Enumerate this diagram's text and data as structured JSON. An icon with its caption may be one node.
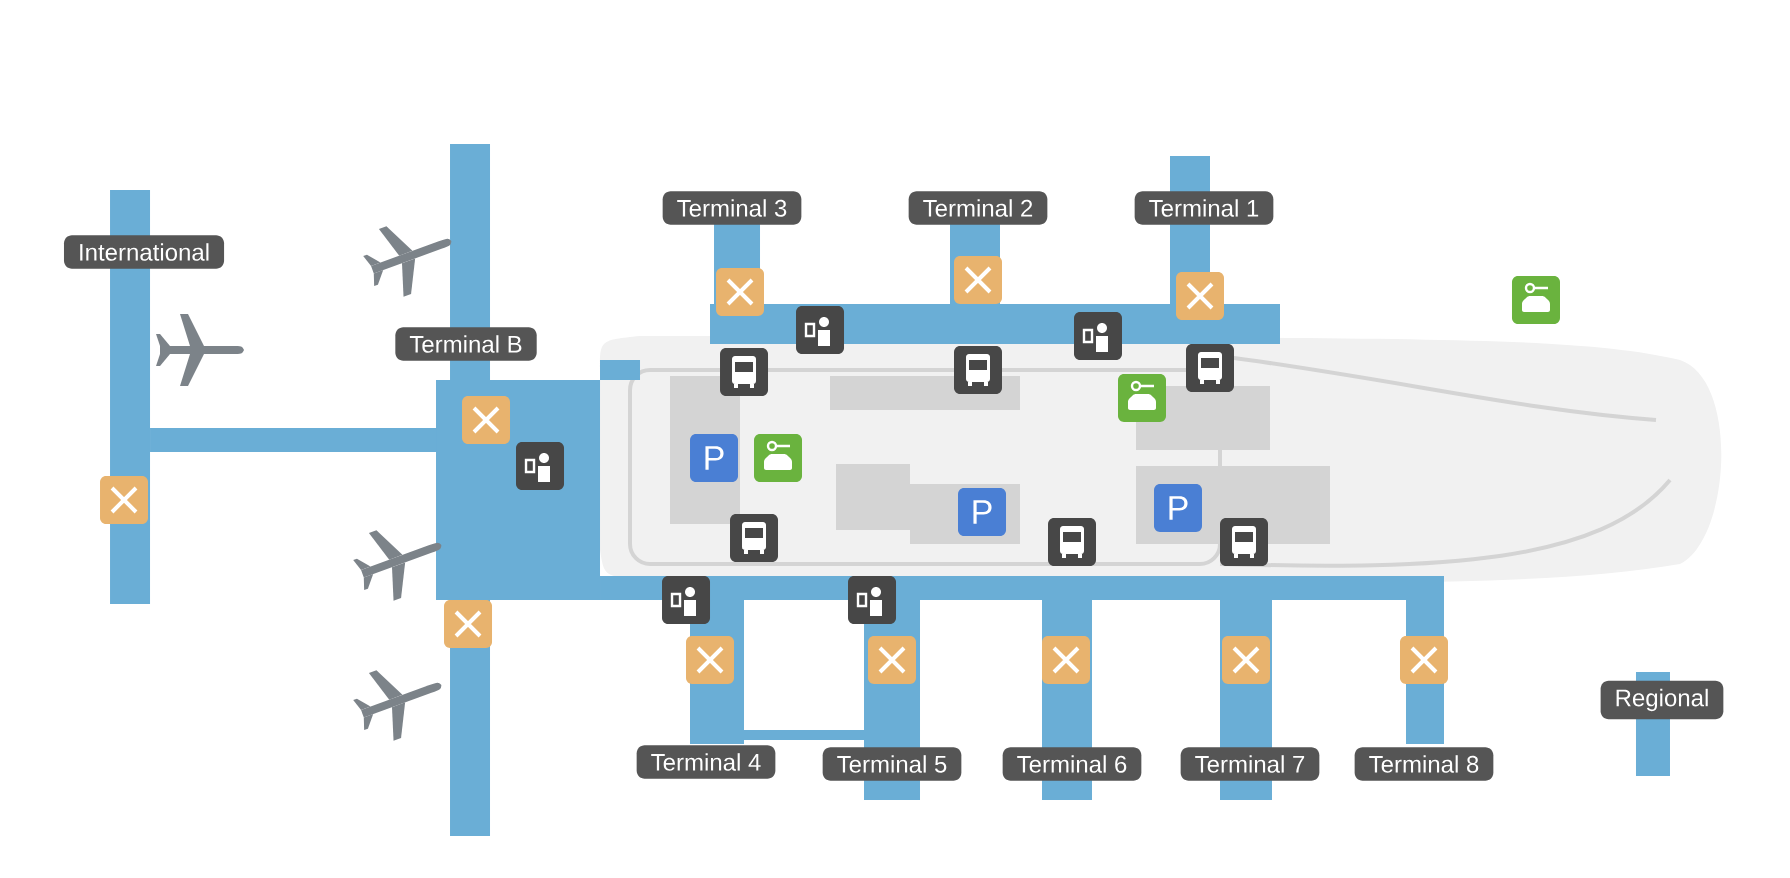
{
  "diagram": {
    "nodes": [
      {
        "text": [
          "Terminal 3"
        ]
      },
      {
        "text": [
          "Terminal 2"
        ]
      },
      {
        "text": [
          "Terminal 1"
        ]
      },
      {
        "text": [
          "International"
        ]
      },
      {
        "text": [
          "Terminal B"
        ]
      },
      {
        "text": [
          "Regional"
        ]
      },
      {
        "text": [
          "Terminal 4"
        ]
      },
      {
        "text": [
          "Terminal 5"
        ]
      },
      {
        "text": [
          "Terminal 6"
        ]
      },
      {
        "text": [
          "Terminal 7"
        ]
      },
      {
        "text": [
          "Terminal 8"
        ]
      }
    ],
    "labels": [
      "P",
      "P",
      "P"
    ]
  }
}
